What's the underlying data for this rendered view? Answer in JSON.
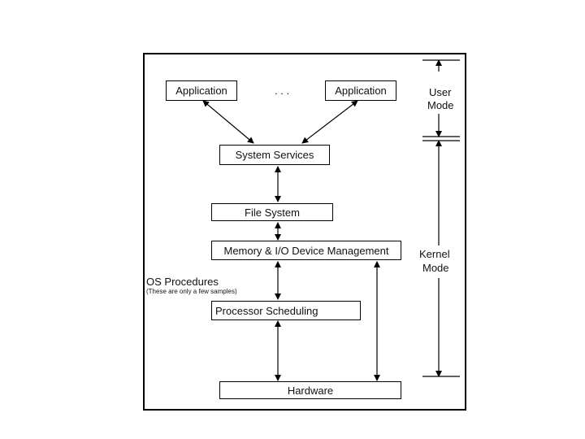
{
  "diagram": {
    "application_left": "Application",
    "application_right": "Application",
    "ellipsis": ". . .",
    "system_services": "System Services",
    "file_system": "File System",
    "memory_io": "Memory & I/O Device Management",
    "processor_scheduling": "Processor Scheduling",
    "hardware": "Hardware",
    "os_procedures": "OS Procedures",
    "os_procedures_note": "(These are only a few samples)",
    "user_mode": [
      "User",
      "Mode"
    ],
    "kernel_mode": [
      "Kernel",
      "Mode"
    ]
  },
  "colors": {
    "line": "#000000",
    "background": "#ffffff"
  }
}
